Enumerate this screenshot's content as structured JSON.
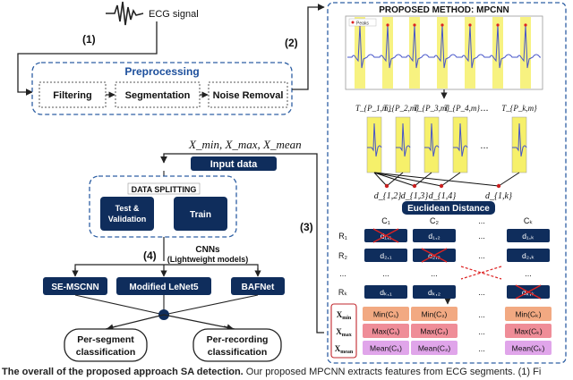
{
  "ecg_label": "ECG signal",
  "steps": {
    "s1": "(1)",
    "s2": "(2)",
    "s3": "(3)",
    "s4": "(4)"
  },
  "preprocessing": {
    "title": "Preprocessing",
    "filtering": "Filtering",
    "segmentation": "Segmentation",
    "noise_removal": "Noise Removal"
  },
  "proposed_method": {
    "title": "PROPOSED METHOD: MPCNN",
    "legend": "Peaks",
    "peak_labels": [
      "T_{P_1,m}",
      "T_{P_2,m}",
      "T_{P_3,m}",
      "T_{P_4,m}",
      "...",
      "T_{P_k,m}"
    ],
    "distance_labels": [
      "d_{1,2}",
      "d_{1,3}",
      "d_{1,4}",
      "d_{1,k}"
    ],
    "euclidean": "Euclidean Distance"
  },
  "matrix": {
    "col_headers": [
      "C₁",
      "C₂",
      "...",
      "Cₖ"
    ],
    "row_headers": [
      "R₁",
      "R₂",
      "...",
      "Rₖ"
    ],
    "cells": [
      [
        "d₁,₁",
        "d₁,₂",
        "...",
        "d₁,ₖ"
      ],
      [
        "d₂,₁",
        "d₂,₂",
        "...",
        "d₂,ₖ"
      ],
      [
        "...",
        "...",
        "",
        "..."
      ],
      [
        "dₖ,₁",
        "dₖ,₂",
        "...",
        "dₖ,ₖ"
      ]
    ],
    "crossed_cells": [
      "0-0",
      "1-1",
      "3-3"
    ],
    "stats_labels": [
      "X_min",
      "X_max",
      "X_mean"
    ],
    "stats": [
      [
        "Min(C₁)",
        "Min(C₂)",
        "...",
        "Min(Cₖ)"
      ],
      [
        "Max(C₁)",
        "Max(C₂)",
        "...",
        "Max(Cₖ)"
      ],
      [
        "Mean(C₁)",
        "Mean(C₂)",
        "...",
        "Mean(Cₖ)"
      ]
    ],
    "stats_colors": [
      "#f2a982",
      "#ef8d98",
      "#e0a5ea"
    ]
  },
  "features_label": "X_min, X_max, X_mean",
  "input": {
    "title": "Input data",
    "splitting": "DATA SPLITTING",
    "test_line1": "Test &",
    "test_line2": "Validation",
    "train": "Train"
  },
  "cnns": {
    "line1": "CNNs",
    "line2": "(Lightweight models)"
  },
  "models": [
    "SE-MSCNN",
    "Modified LeNet5",
    "BAFNet"
  ],
  "outputs": [
    {
      "line1": "Per-segment",
      "line2": "classification"
    },
    {
      "line1": "Per-recording",
      "line2": "classification"
    }
  ],
  "caption": {
    "bold": "The overall of the proposed approach SA detection.",
    "rest": " Our proposed MPCNN extracts features from ECG segments. (1) Fi"
  },
  "colors": {
    "navy": "#0f2d5c",
    "dashed_blue": "#2e5fa3",
    "yellow": "#f6f06a",
    "ecg_blue": "#4654c9"
  }
}
